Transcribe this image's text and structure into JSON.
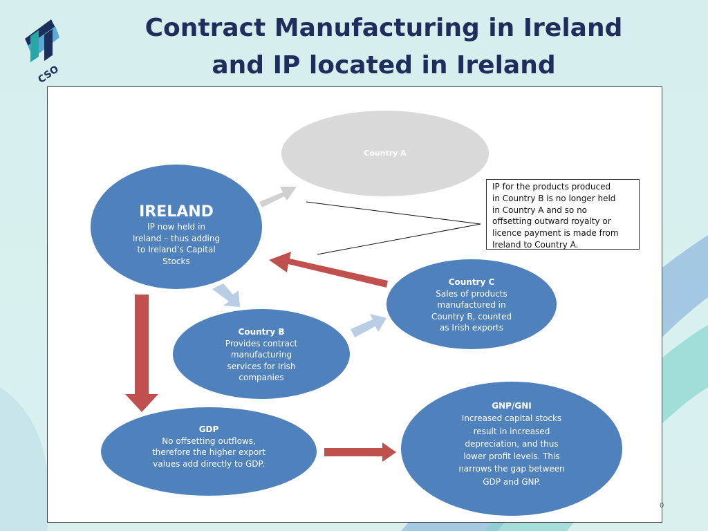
{
  "slide": {
    "title_line1": "Contract Manufacturing in Ireland",
    "title_line2": "and IP located in Ireland",
    "logo_text": "CSO",
    "page_number": "0"
  },
  "diagram": {
    "country_a": {
      "label": "Country A"
    },
    "ireland": {
      "heading": "IRELAND",
      "lines": [
        "IP now held in",
        "Ireland – thus adding",
        "to Ireland’s Capital",
        "Stocks"
      ]
    },
    "country_b": {
      "heading": "Country B",
      "lines": [
        "Provides contract",
        "manufacturing",
        "services for Irish",
        "companies"
      ]
    },
    "country_c": {
      "heading": "Country C",
      "lines": [
        "Sales of products",
        "manufactured in",
        "Country B, counted",
        "as Irish exports"
      ]
    },
    "gdp": {
      "heading": "GDP",
      "lines": [
        "No offsetting outflows,",
        "therefore the higher export",
        "values add directly to GDP."
      ]
    },
    "gnp": {
      "heading": "GNP/GNI",
      "lines": [
        "Increased capital stocks",
        "result in increased",
        "depreciation, and thus",
        "lower profit levels. This",
        "narrows the gap between",
        "GDP and GNP."
      ]
    },
    "callout": {
      "lines": [
        "IP for the products produced",
        "in Country B is no longer held",
        "in Country A and so no",
        "offsetting outward royalty or",
        "licence payment is made from",
        "Ireland to Country A."
      ]
    },
    "colors": {
      "ellipse_blue": "#4f81bd",
      "ellipse_grey": "#d9d9d9",
      "arrow_red": "#c0504d",
      "arrow_lightblue": "#b9cde5",
      "arrow_grey": "#d0d0d0",
      "title_navy": "#1f2d5c"
    }
  }
}
